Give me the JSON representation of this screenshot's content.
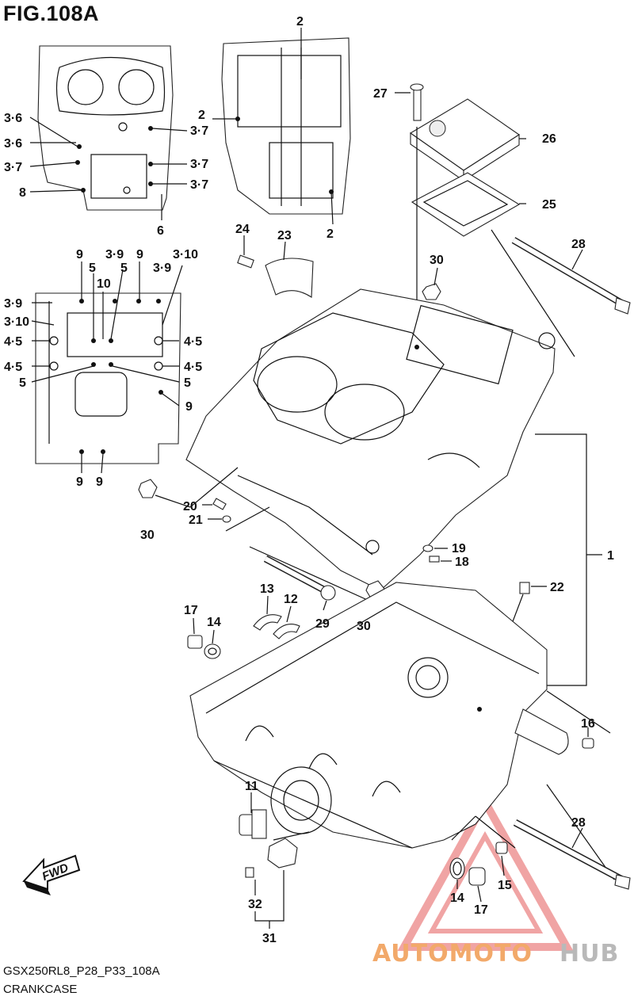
{
  "figure": {
    "title": "FIG.108A",
    "code": "GSX250RL8_P28_P33_108A",
    "caption": "CRANKCASE",
    "fwd_label": "FWD"
  },
  "watermark": {
    "part1": "AUTOMOTO",
    "part2": "HUB",
    "color1": "#f2a96a",
    "color2": "#b9b9b9",
    "triangle_color": "#e55b5b"
  },
  "callouts": [
    "2",
    "2",
    "2",
    "3·6",
    "3·6",
    "3·7",
    "3·7",
    "3·7",
    "3·7",
    "8",
    "6",
    "27",
    "26",
    "25",
    "28",
    "24",
    "23",
    "30",
    "9",
    "5",
    "3·9",
    "9",
    "3·10",
    "10",
    "5",
    "3·9",
    "3·9",
    "3·10",
    "4·5",
    "4·5",
    "4·5",
    "4·5",
    "5",
    "5",
    "9",
    "9",
    "9",
    "30",
    "20",
    "21",
    "19",
    "18",
    "1",
    "22",
    "13",
    "12",
    "29",
    "30",
    "17",
    "14",
    "16",
    "11",
    "28",
    "14",
    "15",
    "17",
    "32",
    "31"
  ]
}
